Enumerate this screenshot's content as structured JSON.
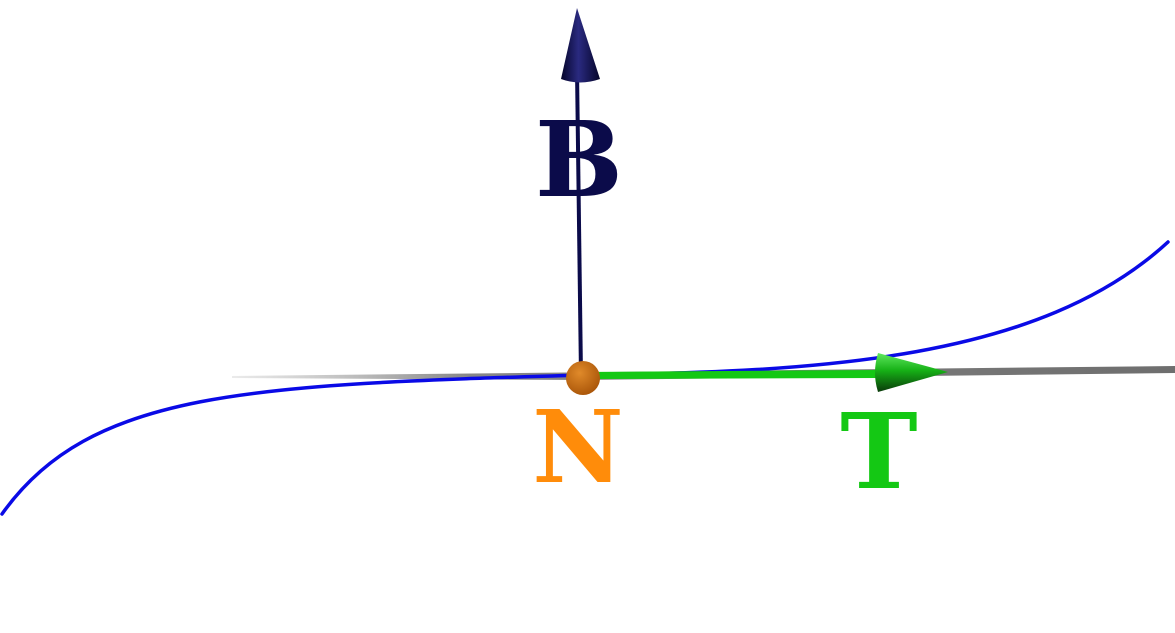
{
  "diagram": {
    "labels": {
      "binormal": "B",
      "normal": "N",
      "tangent": "T"
    },
    "colors": {
      "curve": "#0a0ae6",
      "binormal": "#0b0b4a",
      "normal": "#ff8c0a",
      "normal_point": "#c4650c",
      "tangent": "#14c814",
      "tangent_line": "#7a7a7a",
      "background": "#ffffff"
    }
  }
}
